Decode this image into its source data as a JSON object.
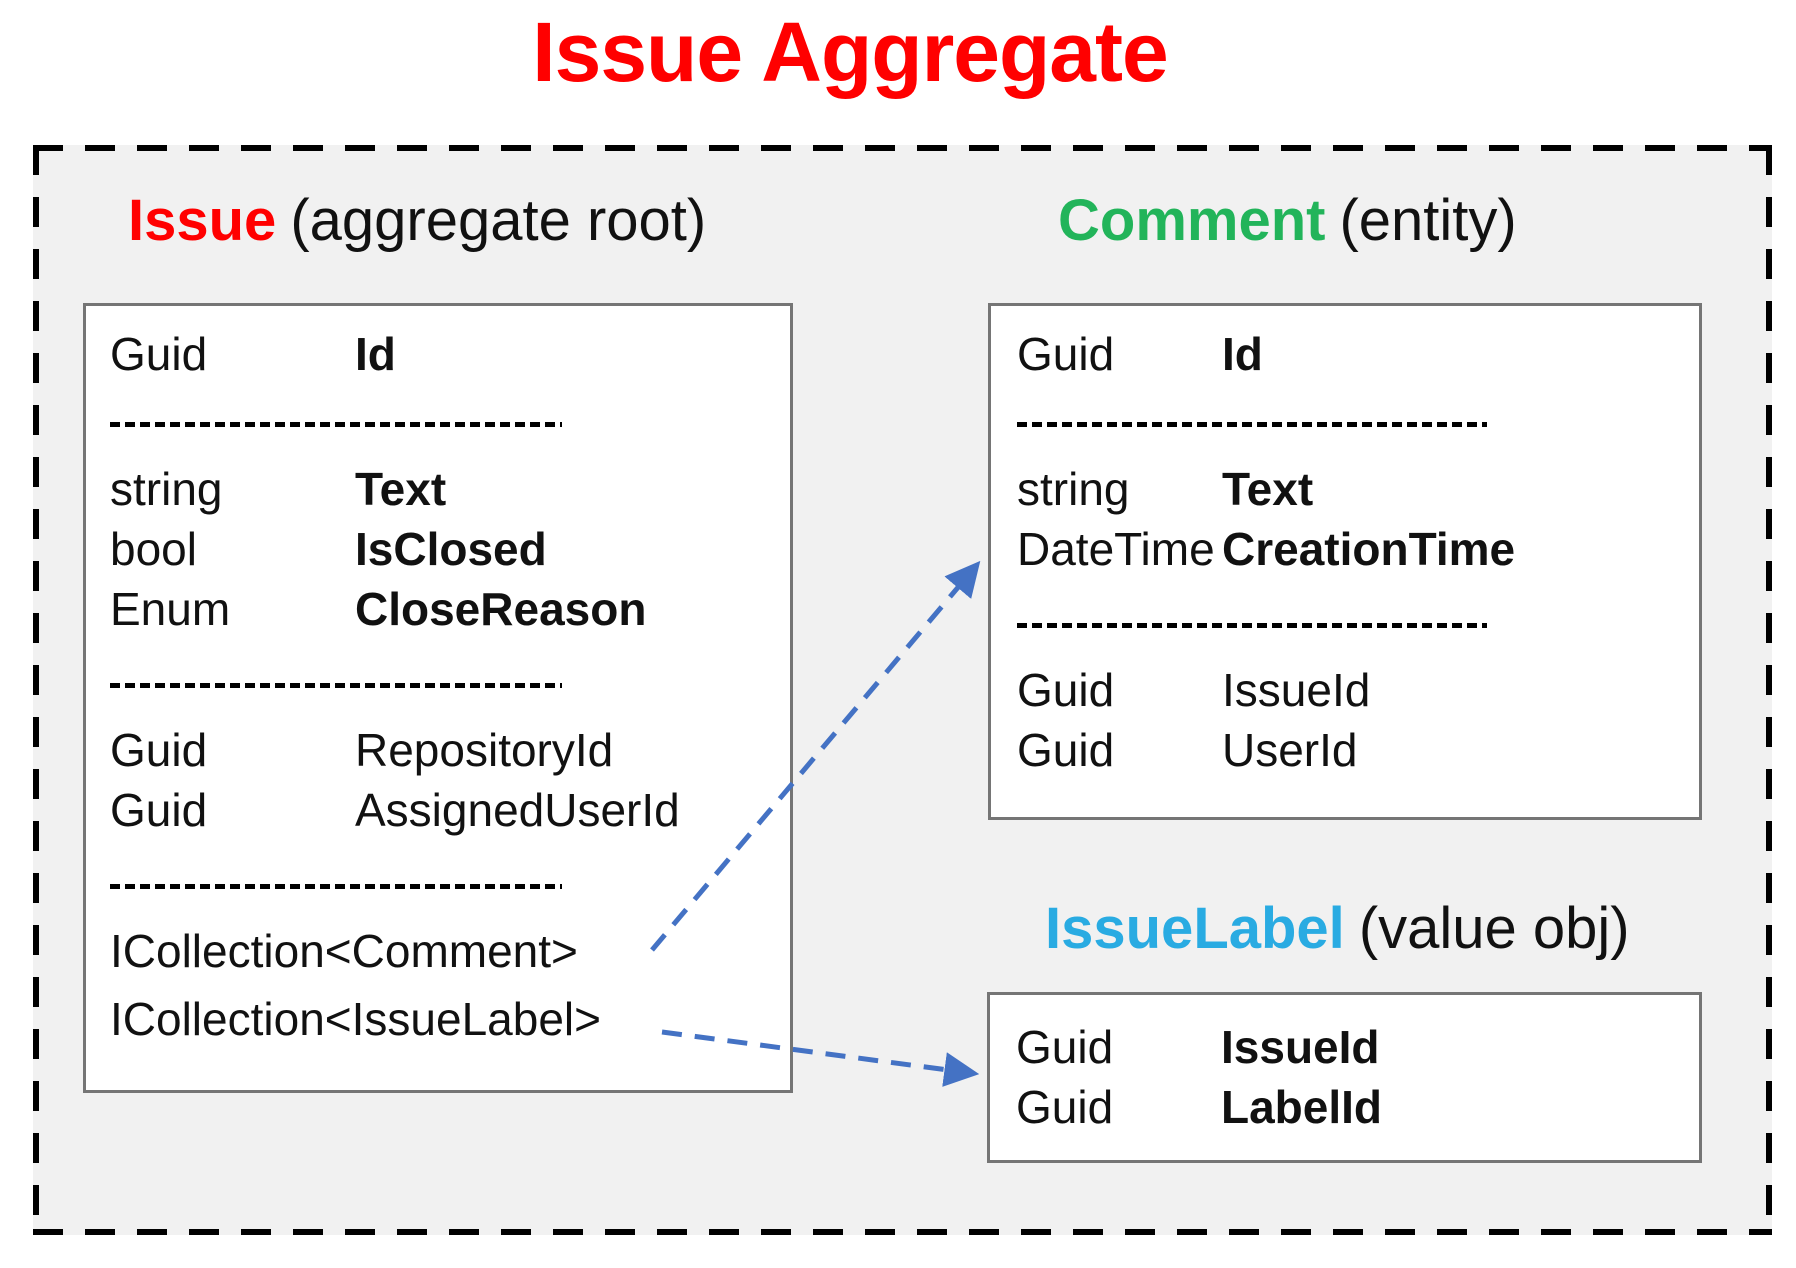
{
  "title": "Issue Aggregate",
  "colors": {
    "title": "#FF0000",
    "issue_accent": "#FF0000",
    "comment_accent": "#22B45A",
    "issue_label_accent": "#29ABE2",
    "arrow": "#4472C4",
    "boundary_background": "#F1F1F1",
    "box_border": "#757575"
  },
  "issue": {
    "title": "Issue",
    "annotation": "(aggregate root)",
    "fields": [
      {
        "type": "Guid",
        "name": "Id",
        "emphasis": true
      },
      {
        "type": "string",
        "name": "Text",
        "emphasis": true
      },
      {
        "type": "bool",
        "name": "IsClosed",
        "emphasis": true
      },
      {
        "type": "Enum",
        "name": "CloseReason",
        "emphasis": true
      },
      {
        "type": "Guid",
        "name": "RepositoryId",
        "emphasis": false
      },
      {
        "type": "Guid",
        "name": "AssignedUserId",
        "emphasis": false
      }
    ],
    "collections": [
      "ICollection<Comment>",
      "ICollection<IssueLabel>"
    ]
  },
  "comment": {
    "title": "Comment",
    "annotation": "(entity)",
    "fields": [
      {
        "type": "Guid",
        "name": "Id",
        "emphasis": true
      },
      {
        "type": "string",
        "name": "Text",
        "emphasis": true
      },
      {
        "type": "DateTime",
        "name": "CreationTime",
        "emphasis": true
      },
      {
        "type": "Guid",
        "name": "IssueId",
        "emphasis": false
      },
      {
        "type": "Guid",
        "name": "UserId",
        "emphasis": false
      }
    ]
  },
  "issue_label": {
    "title": "IssueLabel",
    "annotation": "(value obj)",
    "fields": [
      {
        "type": "Guid",
        "name": "IssueId",
        "emphasis": true
      },
      {
        "type": "Guid",
        "name": "LabelId",
        "emphasis": true
      }
    ]
  },
  "relations": [
    {
      "from": "Issue.ICollection<Comment>",
      "to": "Comment",
      "style": "dashed-arrow"
    },
    {
      "from": "Issue.ICollection<IssueLabel>",
      "to": "IssueLabel",
      "style": "dashed-arrow"
    }
  ]
}
